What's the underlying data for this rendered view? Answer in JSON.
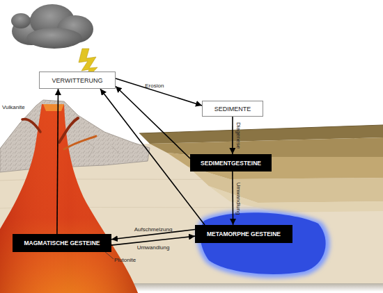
{
  "diagram": {
    "nodes": [
      {
        "text": [
          "VERWITTERUNG"
        ]
      },
      {
        "text": [
          "SEDIMENTE"
        ]
      },
      {
        "text": [
          "SEDIMENTGESTEINE"
        ]
      },
      {
        "text": [
          "METAMORPHE GESTEINE"
        ]
      },
      {
        "text": [
          "MAGMATISCHE GESTEINE"
        ]
      }
    ],
    "edges": [
      {
        "from": 0,
        "to": 1,
        "label": "Erosion",
        "arrow": "to"
      },
      {
        "from": 1,
        "to": 2,
        "label": "Diagenese",
        "arrow": "to"
      },
      {
        "from": 2,
        "to": 3,
        "label": "Umwandlung",
        "arrow": "to"
      },
      {
        "from": 3,
        "to": 4,
        "label": "Aufschmelzung",
        "arrow": "to"
      },
      {
        "from": 4,
        "to": 3,
        "label": "Umwandlung",
        "arrow": "to"
      },
      {
        "from": 2,
        "to": 0,
        "arrow": "to"
      },
      {
        "from": 3,
        "to": 0,
        "arrow": "to"
      },
      {
        "from": 4,
        "to": 0,
        "arrow": "to"
      }
    ],
    "labels": [
      "Vulkanite",
      "Plutonite"
    ]
  }
}
